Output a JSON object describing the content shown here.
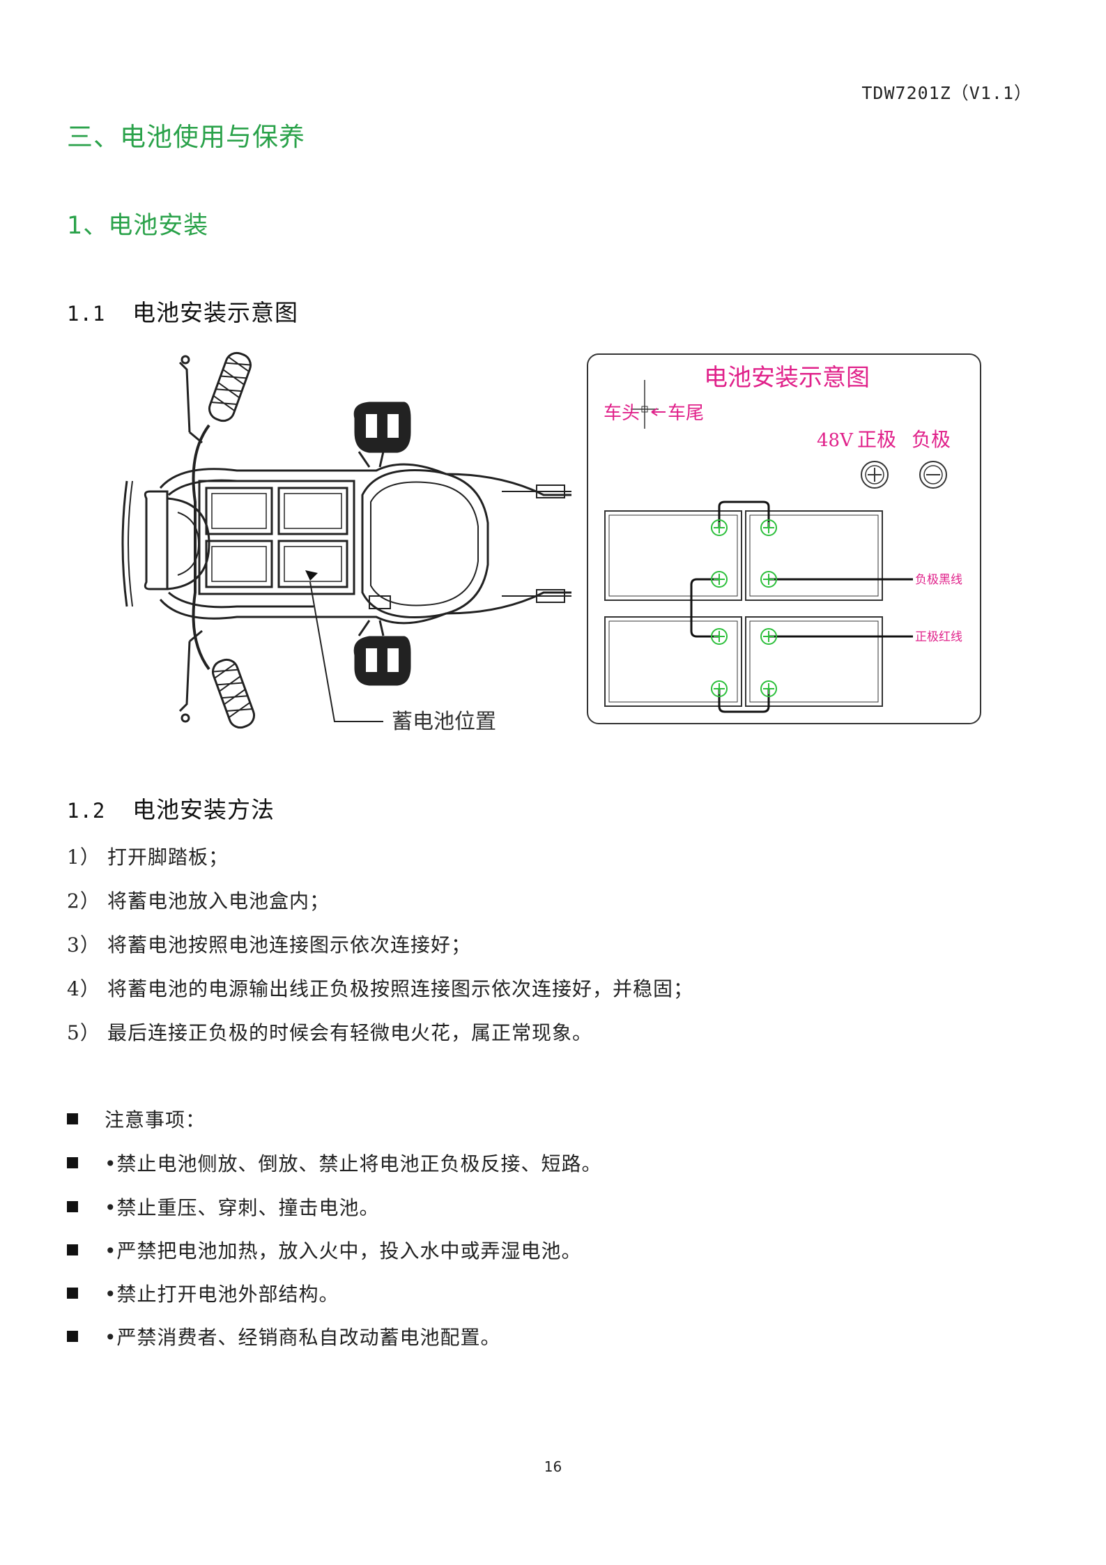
{
  "header": {
    "doc_code": "TDW7201Z（V1.1）"
  },
  "section_title": "三、电池使用与保养",
  "subsection_title": "1、电池安装",
  "sub_1_1": {
    "num": "1.1",
    "title": "电池安装示意图"
  },
  "figure_left": {
    "callout": "蓄电池位置"
  },
  "figure_right": {
    "title": "电池安装示意图",
    "front": "车头",
    "rear": "车尾",
    "voltage": "48V",
    "positive": "正极",
    "negative": "负极",
    "neg_wire": "负极黑线",
    "pos_wire": "正极红线"
  },
  "sub_1_2": {
    "num": "1.2",
    "title": "电池安装方法"
  },
  "steps": [
    {
      "num": "1）",
      "text": "打开脚踏板；"
    },
    {
      "num": "2）",
      "text": "将蓄电池放入电池盒内；"
    },
    {
      "num": "3）",
      "text": "将蓄电池按照电池连接图示依次连接好；"
    },
    {
      "num": "4）",
      "text": "将蓄电池的电源输出线正负极按照连接图示依次连接好，并稳固；"
    },
    {
      "num": "5）",
      "text": "最后连接正负极的时候会有轻微电火花，属正常现象。"
    }
  ],
  "notes": [
    "注意事项：",
    "•禁止电池侧放、倒放、禁止将电池正负极反接、短路。",
    "•禁止重压、穿刺、撞击电池。",
    "•严禁把电池加热，放入火中，投入水中或弄湿电池。",
    "•禁止打开电池外部结构。",
    "•严禁消费者、经销商私自改动蓄电池配置。"
  ],
  "page_number": "16",
  "colors": {
    "heading": "#2aa24a",
    "diagram_label": "#e0218a",
    "terminal": "#2bbf3a"
  }
}
